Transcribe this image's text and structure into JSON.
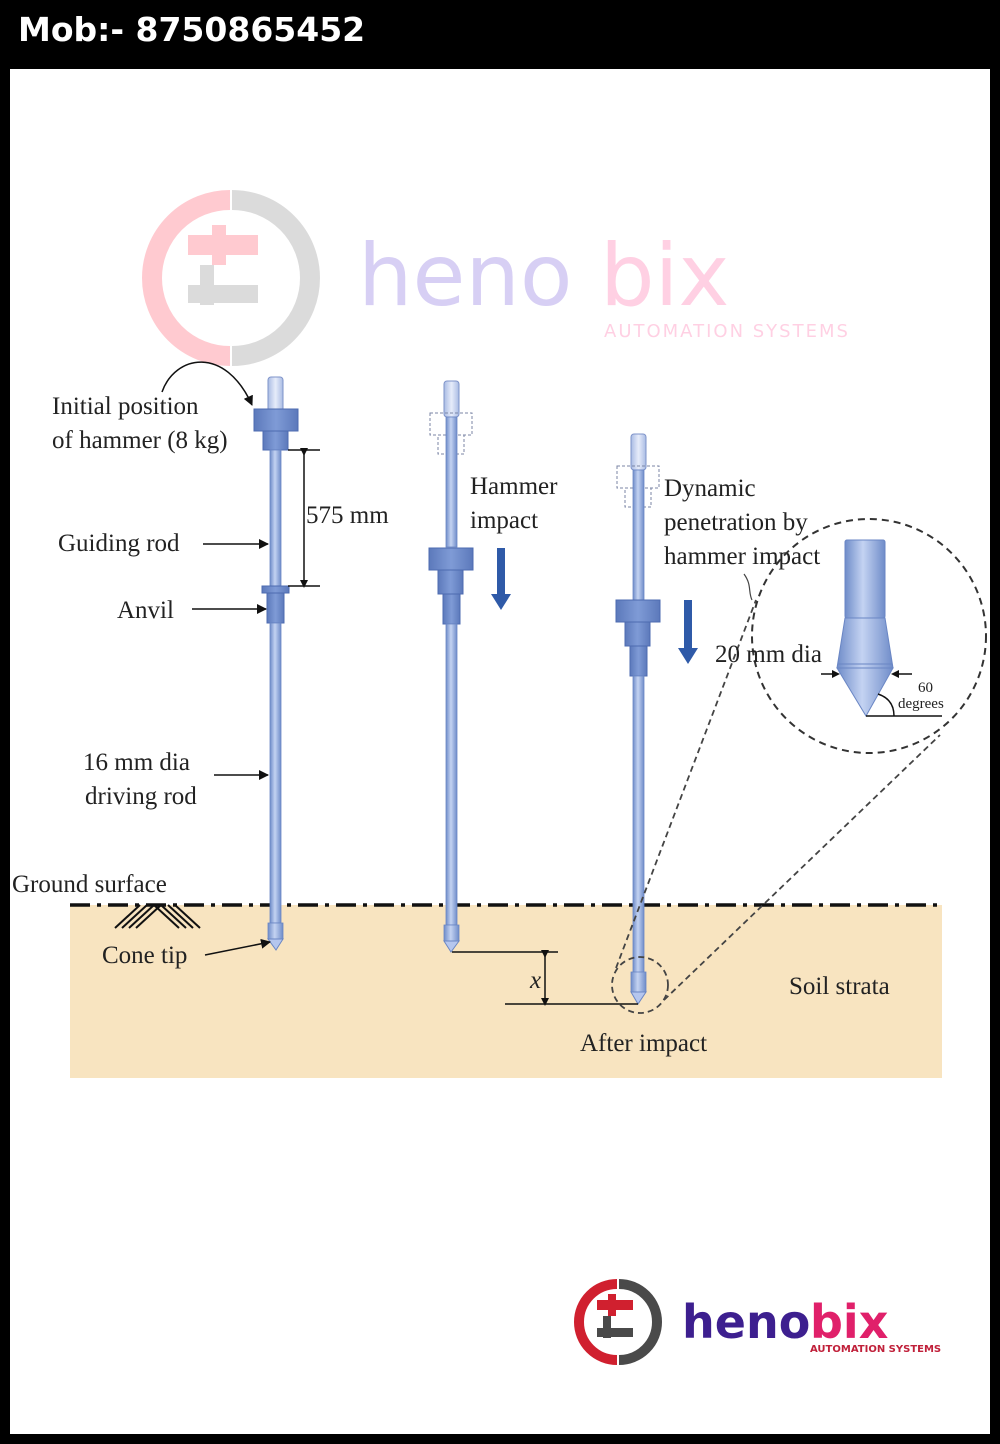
{
  "header": {
    "mobile": "Mob:- 8750865452"
  },
  "watermark": {
    "brand_left": "heno",
    "brand_right": "bix",
    "tagline": "AUTOMATION SYSTEMS"
  },
  "footer_logo": {
    "brand_left": "heno",
    "brand_right": "bix",
    "tagline": "AUTOMATION SYSTEMS"
  },
  "diagram": {
    "labels": {
      "initial_position_line1": "Initial position",
      "initial_position_line2": "of hammer (8 kg)",
      "drop_height": "575 mm",
      "guiding_rod": "Guiding rod",
      "anvil": "Anvil",
      "driving_rod_line1": "16 mm dia",
      "driving_rod_line2": "driving rod",
      "ground_surface": "Ground surface",
      "cone_tip": "Cone tip",
      "hammer_impact_line1": "Hammer",
      "hammer_impact_line2": "impact",
      "dynamic_line1": "Dynamic",
      "dynamic_line2": "penetration by",
      "dynamic_line3": "hammer impact",
      "cone_dia": "20 mm dia",
      "angle_value": "60",
      "angle_unit": "degrees",
      "penetration": "x",
      "after_impact": "After impact",
      "soil_strata": "Soil strata"
    },
    "colors": {
      "rod": "#8fa8de",
      "rod_dark": "#5b77b8",
      "hammer": "#6683c4",
      "arrow_blue": "#2f5aa8",
      "soil": "#f8e4c0",
      "logo_red": "#d0202f",
      "logo_gray": "#4a4a4a",
      "logo_purple": "#3d1f8f",
      "logo_pink": "#e0206a"
    }
  }
}
